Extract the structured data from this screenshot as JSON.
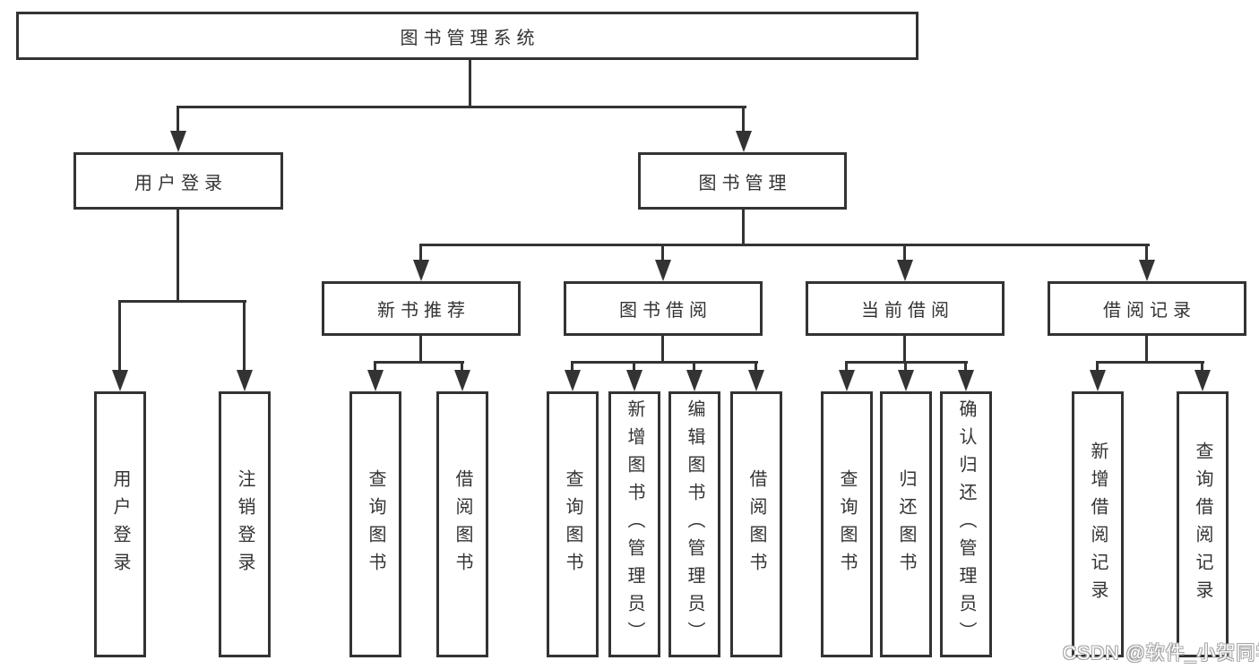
{
  "diagram": {
    "root": "图书管理系统",
    "level2": [
      "用户登录",
      "图书管理"
    ],
    "level3": [
      "新书推荐",
      "图书借阅",
      "当前借阅",
      "借阅记录"
    ],
    "level4": {
      "user_login_children": [
        "用户登录",
        "注销登录"
      ],
      "new_book_children": [
        "查询图书",
        "借阅图书"
      ],
      "book_borrow_children": [
        "查询图书",
        "新增图书（管理员）",
        "编辑图书（管理员）",
        "借阅图书"
      ],
      "current_borrow_children": [
        "查询图书",
        "归还图书",
        "确认归还（管理员）"
      ],
      "borrow_record_children": [
        "新增借阅记录",
        "查询借阅记录"
      ]
    }
  },
  "watermark": "CSDN @软件_小贺同学",
  "colors": {
    "line": "#333333",
    "text": "#333333",
    "background": "#ffffff",
    "watermark_fill": "#ffffff",
    "watermark_outline": "#a6a6a6"
  }
}
